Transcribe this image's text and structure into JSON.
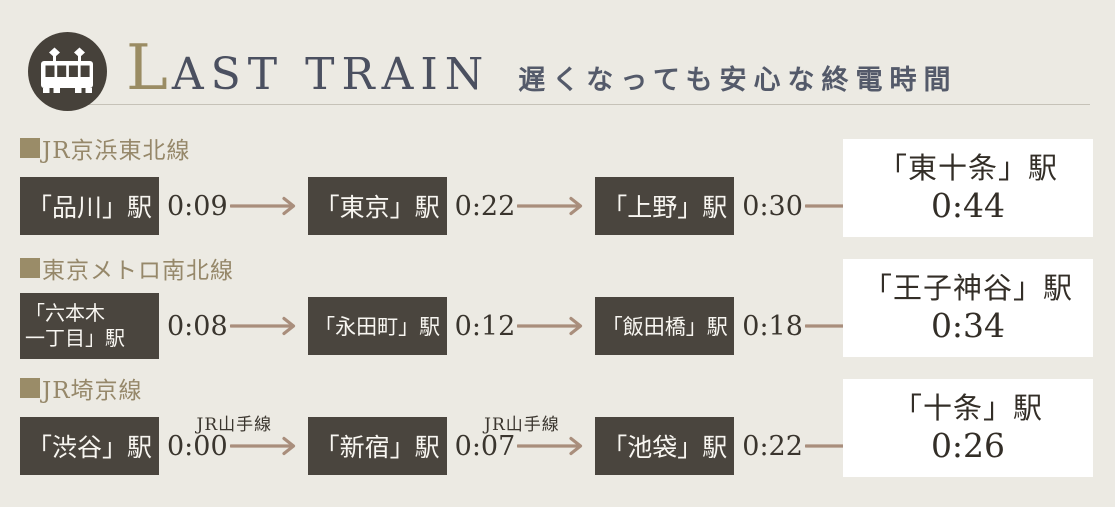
{
  "header": {
    "title_initial": "L",
    "title_rest": "AST TRAIN",
    "subtitle": "遅くなっても安心な終電時間"
  },
  "colors": {
    "page_background": "#ECEAE3",
    "accent_gold": "#9A8C68",
    "title_dark": "#4B5060",
    "station_box_dark": "#4A453E",
    "arrow_brown": "#A98E7C",
    "time_text": "#3A352E",
    "destination_box_bg": "#FFFFFF",
    "header_rule": "#C6C2B8"
  },
  "sections": [
    {
      "line_name": "JR京浜東北線",
      "stations": [
        "「品川」駅",
        "「東京」駅",
        "「上野」駅"
      ],
      "legs": [
        {
          "time": "0:09",
          "via": ""
        },
        {
          "time": "0:22",
          "via": ""
        },
        {
          "time": "0:30",
          "via": ""
        }
      ],
      "destination": {
        "name": "「東十条」駅",
        "time": "0:44"
      }
    },
    {
      "line_name": "東京メトロ南北線",
      "stations": [
        "「六本木\n一丁目」駅",
        "「永田町」駅",
        "「飯田橋」駅"
      ],
      "legs": [
        {
          "time": "0:08",
          "via": ""
        },
        {
          "time": "0:12",
          "via": ""
        },
        {
          "time": "0:18",
          "via": ""
        }
      ],
      "destination": {
        "name": "「王子神谷」駅",
        "time": "0:34"
      }
    },
    {
      "line_name": "JR埼京線",
      "stations": [
        "「渋谷」駅",
        "「新宿」駅",
        "「池袋」駅"
      ],
      "legs": [
        {
          "time": "0:00",
          "via": "JR山手線"
        },
        {
          "time": "0:07",
          "via": "JR山手線"
        },
        {
          "time": "0:22",
          "via": ""
        }
      ],
      "destination": {
        "name": "「十条」駅",
        "time": "0:26"
      }
    }
  ]
}
